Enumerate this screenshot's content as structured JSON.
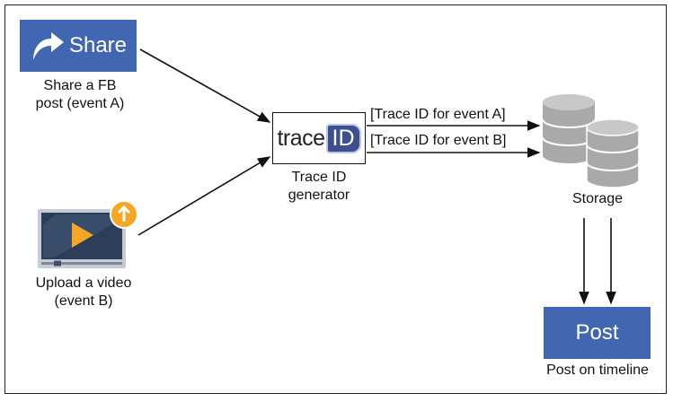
{
  "nodes": {
    "share": {
      "button_label": "Share",
      "caption_line1": "Share a FB",
      "caption_line2": "post (event A)"
    },
    "upload": {
      "caption_line1": "Upload a video",
      "caption_line2": "(event B)"
    },
    "generator": {
      "logo_trace": "trace",
      "logo_id": "ID",
      "caption_line1": "Trace ID",
      "caption_line2": "generator"
    },
    "storage": {
      "caption": "Storage"
    },
    "post": {
      "button_label": "Post",
      "caption": "Post on timeline"
    }
  },
  "edges": {
    "trace_a_label": "[Trace ID for event A]",
    "trace_b_label": "[Trace ID for event B]"
  },
  "colors": {
    "facebook_blue": "#4267b2",
    "badge_orange": "#f5a623",
    "storage_gray": "#a9a9a9"
  }
}
